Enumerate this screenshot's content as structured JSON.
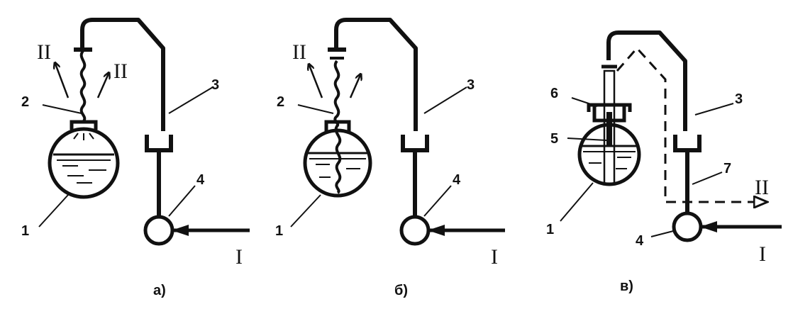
{
  "panels": [
    {
      "caption": "а)",
      "labels": {
        "n1": "1",
        "n2": "2",
        "n3": "3",
        "n4": "4",
        "flow_in": "I",
        "flow_out_left": "II",
        "flow_out_right": "II"
      }
    },
    {
      "caption": "б)",
      "labels": {
        "n1": "1",
        "n2": "2",
        "n3": "3",
        "n4": "4",
        "flow_in": "I",
        "flow_out": "II"
      }
    },
    {
      "caption": "в)",
      "labels": {
        "n1": "1",
        "n3": "3",
        "n4": "4",
        "n5": "5",
        "n6": "6",
        "n7": "7",
        "flow_in": "I",
        "flow_out": "II"
      }
    }
  ]
}
